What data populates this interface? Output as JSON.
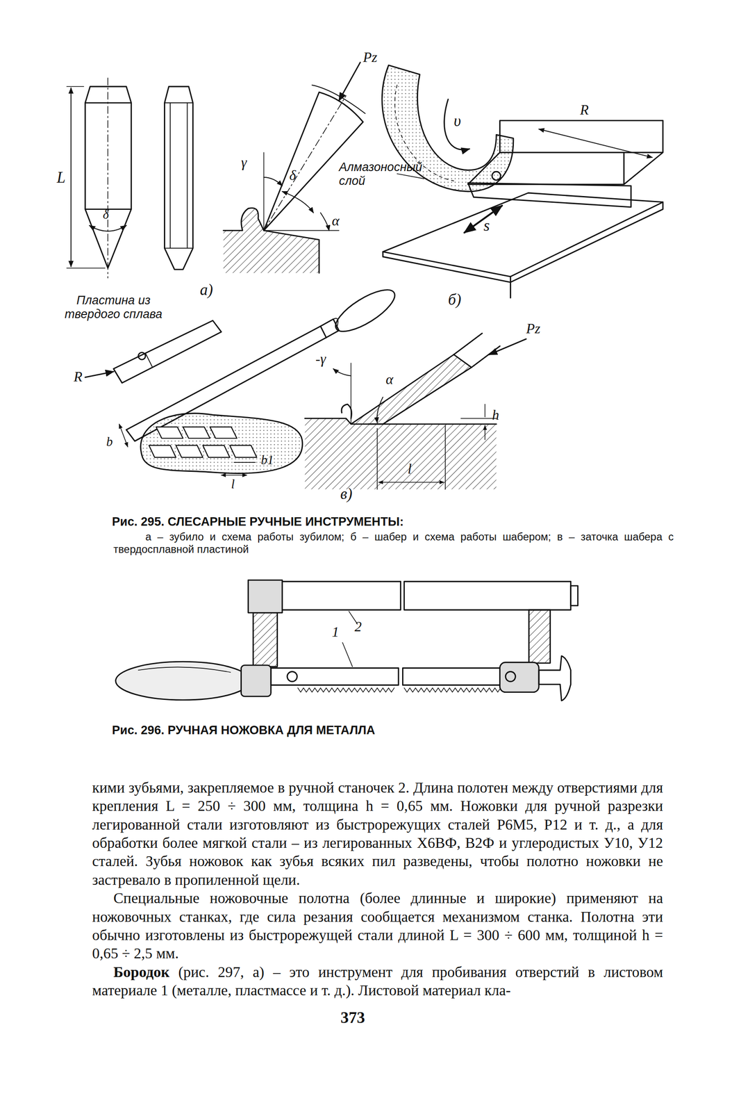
{
  "diagram": {
    "labels": [
      "L",
      "δ",
      "Pz",
      "γ",
      "δ",
      "α",
      "а)",
      "R",
      "υ",
      "Алмазоносный слой",
      "s",
      "б)",
      "Пластина из твердого сплава",
      "R",
      "b",
      "b1",
      "l",
      "-γ",
      "α",
      "Pz",
      "h",
      "l",
      "в)",
      "Рис. 295. СЛЕСАРНЫЕ РУЧНЫЕ ИНСТРУМЕНТЫ:",
      "а – зубило и схема работы зубилом; б – шабер и схема работы шабером; в – заточка шабера с твердосплавной пластиной",
      "1",
      "2",
      "Рис. 296. РУЧНАЯ НОЖОВКА ДЛЯ МЕТАЛЛА",
      "кими зубьями, закрепляемое в ручной станочек 2. Длина полотен между отверстиями для крепления L = 250 ÷ 300 мм, толщина h = 0,65 мм. Ножовки для ручной разрезки легированной стали изготовляют из быстрорежущих сталей Р6М5, Р12 и т. д., а для обработки более мягкой стали – из легированных Х6ВФ, В2Ф и углеродистых У10, У12 сталей. Зубья ножовок как зубья всяких пил разведены, чтобы полотно ножовки не застревало в пропиленной щели.",
      "Специальные ножовочные полотна (более длинные и широкие) применяют на ножовочных станках, где сила резания сообщается механизмом станка. Полотна эти обычно изготовлены из быстрорежущей стали длиной L = 300 ÷ 600 мм, толщиной h = 0,65 ÷ 2,5 мм.",
      "Бородок",
      " (рис. 297, а) – это инструмент для пробивания отверстий в листовом материале 1 (металле, пластмассе и т. д.). Листовой материал кла-",
      "373"
    ]
  }
}
